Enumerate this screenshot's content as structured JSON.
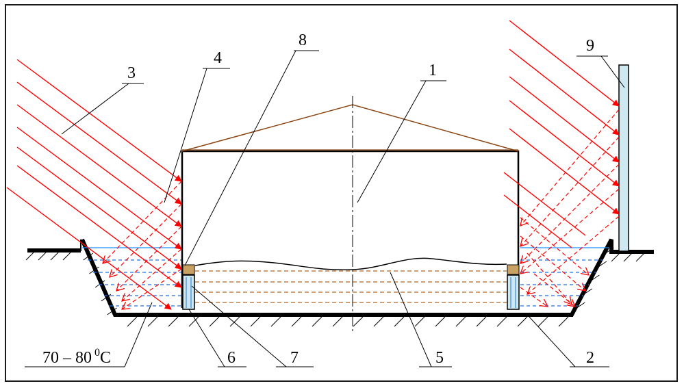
{
  "labels": {
    "l1": "1",
    "l2": "2",
    "l3": "3",
    "l4": "4",
    "l5": "5",
    "l6": "6",
    "l7": "7",
    "l8": "8",
    "l9": "9"
  },
  "temperature": {
    "range": "70 – 80",
    "sup": "0",
    "unit": "C"
  },
  "colors": {
    "sun_rays": "#ff0000",
    "roof": "#8b4513",
    "water_lines": "#1e6fe0",
    "dung_lines": "#b5651d",
    "tank_fill": "#cfe8f0",
    "sealant": "#c8a165",
    "structure": "#000000"
  }
}
